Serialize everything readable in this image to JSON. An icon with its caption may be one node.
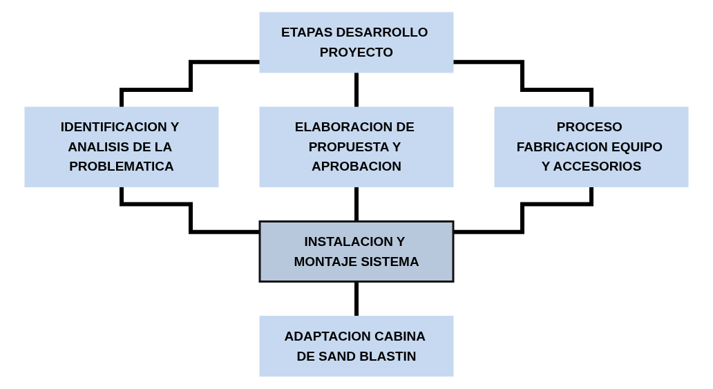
{
  "diagram": {
    "nodes": [
      {
        "text": [
          "ETAPAS DESARROLLO PROYECTO"
        ]
      },
      {
        "text": [
          "IDENTIFICACION Y ANALISIS DE LA PROBLEMATICA"
        ]
      },
      {
        "text": [
          "ELABORACION DE PROPUESTA Y APROBACION"
        ]
      },
      {
        "text": [
          "PROCESO FABRICACION EQUIPO Y ACCESORIOS"
        ]
      },
      {
        "text": [
          "INSTALACION Y MONTAJE SISTEMA"
        ]
      },
      {
        "text": [
          "ADAPTACION CABINA DE SAND BLASTIN"
        ]
      }
    ],
    "edges": [
      {
        "from": 0,
        "to": 1,
        "arrow": "none"
      },
      {
        "from": 0,
        "to": 2,
        "arrow": "none"
      },
      {
        "from": 0,
        "to": 3,
        "arrow": "none"
      },
      {
        "from": 1,
        "to": 4,
        "arrow": "none"
      },
      {
        "from": 2,
        "to": 4,
        "arrow": "none"
      },
      {
        "from": 3,
        "to": 4,
        "arrow": "none"
      },
      {
        "from": 4,
        "to": 5,
        "arrow": "none"
      }
    ]
  }
}
